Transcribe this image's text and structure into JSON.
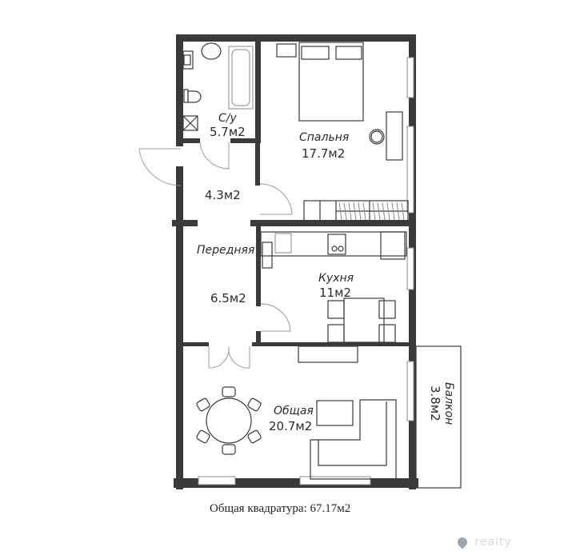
{
  "plan": {
    "rooms": [
      {
        "id": "bathroom",
        "label": "С/у",
        "area": "5.7м2"
      },
      {
        "id": "bedroom",
        "label": "Спальня",
        "area": "17.7м2"
      },
      {
        "id": "vestibule",
        "label": "",
        "area": "4.3м2"
      },
      {
        "id": "hallway",
        "label": "Передняя",
        "area": "6.5м2"
      },
      {
        "id": "kitchen",
        "label": "Кухня",
        "area": "11м2"
      },
      {
        "id": "living",
        "label": "Общая",
        "area": "20.7м2"
      },
      {
        "id": "balcony",
        "label": "Балкон",
        "area": "3.8м2"
      }
    ],
    "total_area_text": "Общая квадратура: 67.17м2",
    "colors": {
      "wall": "#3a3a3a",
      "furniture": "#3a3a3a",
      "door": "#9a9a9a",
      "background": "#ffffff"
    }
  },
  "watermark": {
    "text": "realty",
    "icon": "location-pin-icon"
  }
}
